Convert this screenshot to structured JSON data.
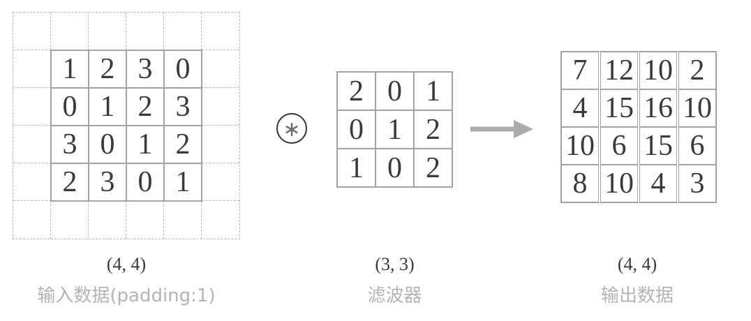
{
  "diagram_title": "convolution-with-padding",
  "operator": {
    "symbol": "∗"
  },
  "input": {
    "shape_label": "(4, 4)",
    "caption": "输入数据(padding:1)",
    "padding": 1,
    "padded_grid_size": 6,
    "values": [
      [
        1,
        2,
        3,
        0
      ],
      [
        0,
        1,
        2,
        3
      ],
      [
        3,
        0,
        1,
        2
      ],
      [
        2,
        3,
        0,
        1
      ]
    ]
  },
  "filter": {
    "shape_label": "(3, 3)",
    "caption": "滤波器",
    "values": [
      [
        2,
        0,
        1
      ],
      [
        0,
        1,
        2
      ],
      [
        1,
        0,
        2
      ]
    ]
  },
  "output": {
    "shape_label": "(4, 4)",
    "caption": "输出数据",
    "values": [
      [
        7,
        12,
        10,
        2
      ],
      [
        4,
        15,
        16,
        10
      ],
      [
        10,
        6,
        15,
        6
      ],
      [
        8,
        10,
        4,
        3
      ]
    ]
  },
  "colors": {
    "grid_line": "#a3a3a3",
    "dashed_line": "#b6b6b6",
    "digit": "#3a3a3a",
    "caption_gray": "#b4b4b4",
    "arrow_gray": "#a9adaf",
    "operator_circle": "#343434"
  }
}
